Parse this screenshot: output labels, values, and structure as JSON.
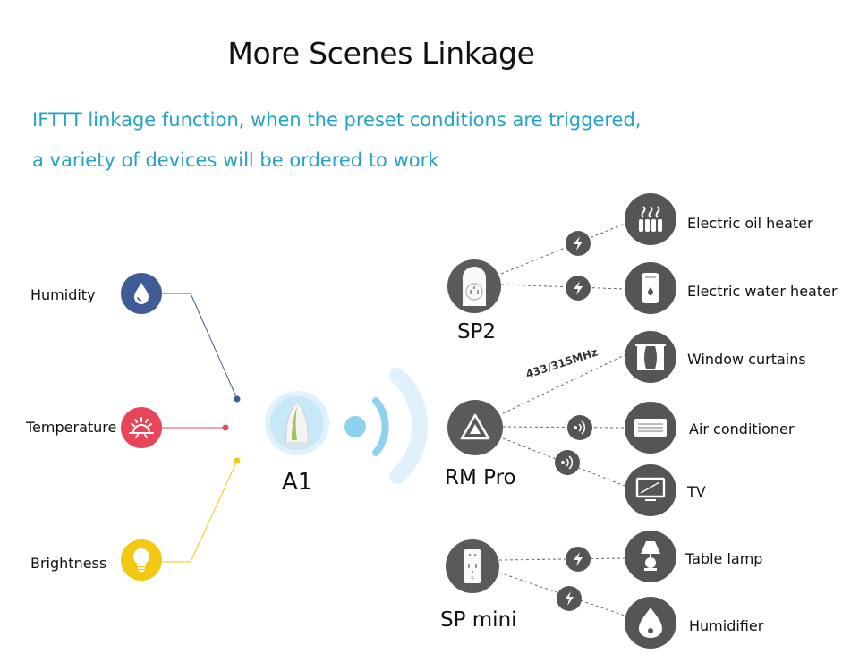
{
  "title": "More Scenes Linkage",
  "subtitle": {
    "line1": "IFTTT linkage function, when the preset conditions are triggered,",
    "line2": "a variety of devices will be ordered to work"
  },
  "colors": {
    "subtitle": "#23a3c6",
    "humidity": "#3f5c96",
    "temperature": "#e8455a",
    "brightness": "#f2c812",
    "device_gray": "#555555"
  },
  "sensors": [
    {
      "label": "Humidity",
      "icon": "water-drop-icon"
    },
    {
      "label": "Temperature",
      "icon": "sun-icon"
    },
    {
      "label": "Brightness",
      "icon": "light-bulb-icon"
    }
  ],
  "center": {
    "label": "A1",
    "icon": "a1-sensor-icon"
  },
  "hubs": [
    {
      "label": "SP2",
      "icon": "smart-plug-icon"
    },
    {
      "label": "RM Pro",
      "icon": "rm-pro-icon"
    },
    {
      "label": "SP mini",
      "icon": "smart-plug-mini-icon"
    }
  ],
  "frequency_label": "433/315MHz",
  "devices": [
    {
      "label": "Electric oil heater",
      "icon": "oil-heater-icon"
    },
    {
      "label": "Electric water heater",
      "icon": "water-heater-icon"
    },
    {
      "label": "Window curtains",
      "icon": "curtains-icon"
    },
    {
      "label": "Air conditioner",
      "icon": "air-conditioner-icon"
    },
    {
      "label": "TV",
      "icon": "tv-icon"
    },
    {
      "label": "Table lamp",
      "icon": "table-lamp-icon"
    },
    {
      "label": "Humidifier",
      "icon": "humidifier-icon"
    }
  ]
}
